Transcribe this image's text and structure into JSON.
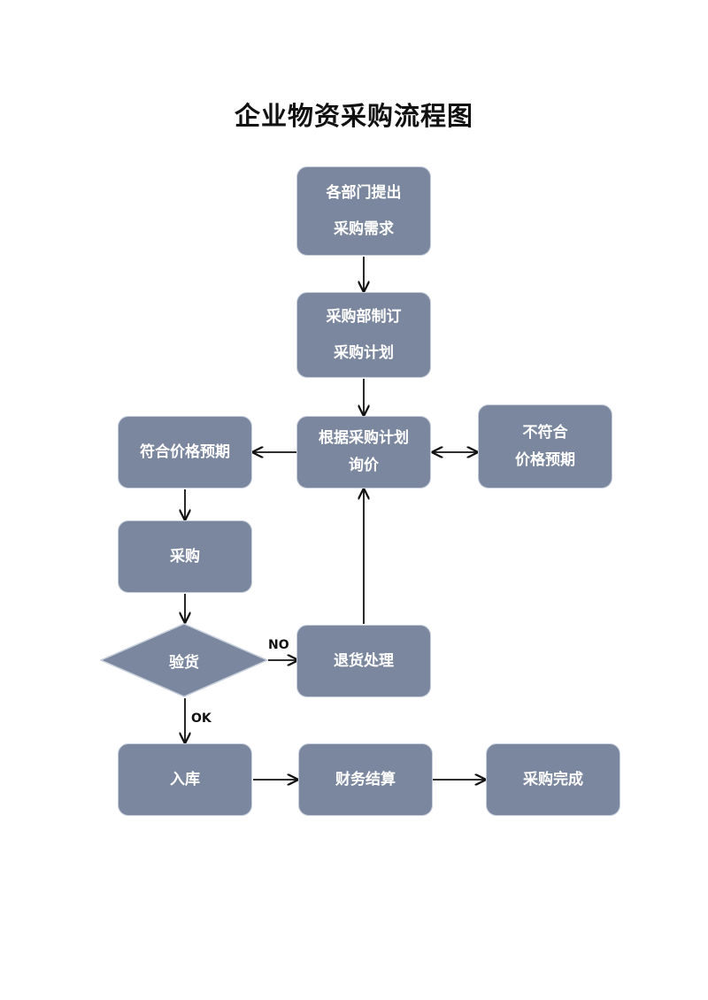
{
  "title": "企业物资采购流程图",
  "colors": {
    "node_fill": "#7b879e",
    "node_border": "#c7cfdc",
    "node_text": "#ffffff",
    "arrow": "#111111"
  },
  "nodes": {
    "dept_request": {
      "line1": "各部门提出",
      "line2": "采购需求"
    },
    "plan": {
      "line1": "采购部制订",
      "line2": "采购计划"
    },
    "inquiry": {
      "line1": "根据采购计划",
      "line2": "询价"
    },
    "meets_price": {
      "line1": "符合价格预期"
    },
    "not_meets_price": {
      "line1": "不符合",
      "line2": "价格预期"
    },
    "purchase": {
      "line1": "采购"
    },
    "inspection": {
      "line1": "验货"
    },
    "return": {
      "line1": "退货处理"
    },
    "warehouse": {
      "line1": "入库"
    },
    "settlement": {
      "line1": "财务结算"
    },
    "complete": {
      "line1": "采购完成"
    }
  },
  "edge_labels": {
    "no": "NO",
    "ok": "OK"
  }
}
